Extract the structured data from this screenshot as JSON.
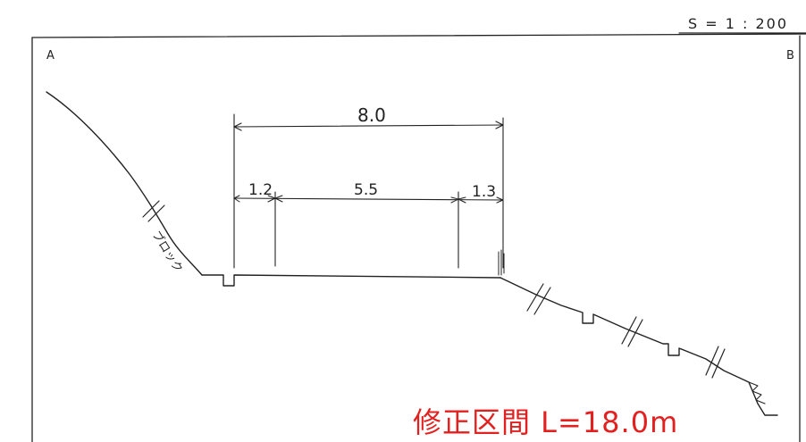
{
  "scale": "S = 1 : 200",
  "point_a": "A",
  "point_b": "B",
  "dimensions": {
    "total_width": "8.0",
    "left_part": "1.2",
    "middle_part": "5.5",
    "right_part": "1.3"
  },
  "slope_label": "ブロック",
  "correction_note": "修正区間 L=18.0m",
  "colors": {
    "ink": "#222222",
    "note": "#e32020"
  }
}
